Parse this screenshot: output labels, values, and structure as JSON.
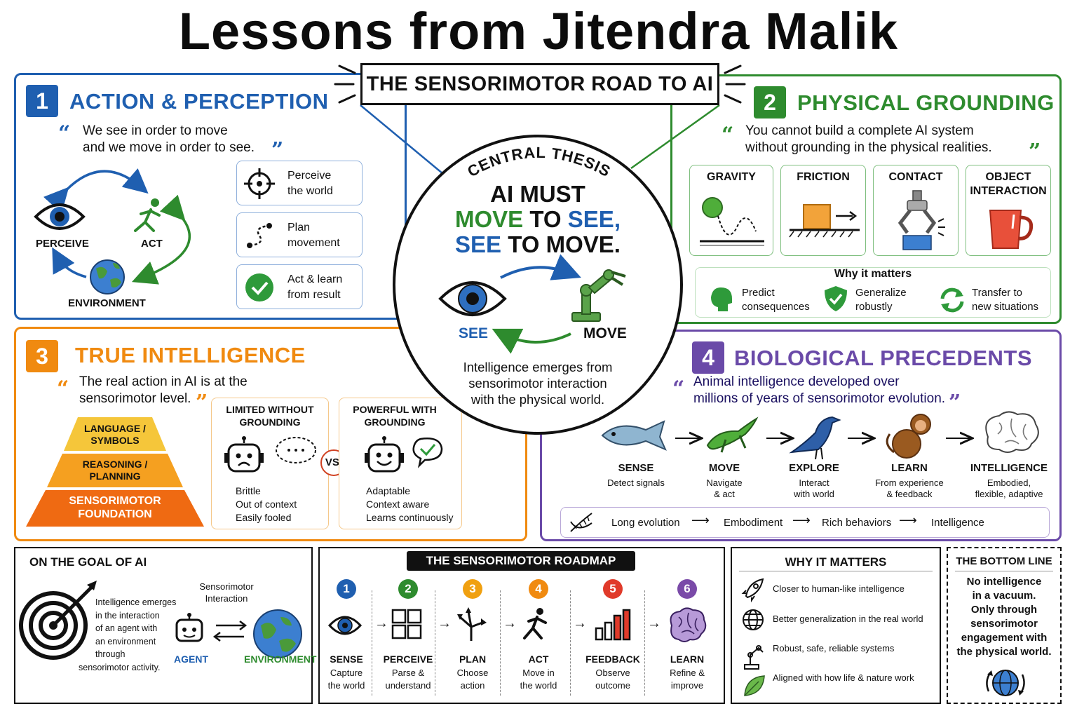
{
  "title": "Lessons from Jitendra Malik",
  "banner": "THE SENSORIMOTOR ROAD TO AI",
  "colors": {
    "blue": "#1f5fb0",
    "green": "#2e8b2e",
    "orange": "#f08a10",
    "purple": "#6a4aa8",
    "dark": "#111111"
  },
  "center": {
    "arc_label": "CENTRAL THESIS",
    "line1": "AI MUST",
    "line2a": "MOVE",
    "line2b": " TO ",
    "line2c": "SEE,",
    "line3a": "SEE",
    "line3b": " TO MOVE.",
    "see": "SEE",
    "move": "MOVE",
    "caption": "Intelligence emerges from sensorimotor interaction with the physical world."
  },
  "p1": {
    "num": "1",
    "title": "ACTION & PERCEPTION",
    "quote1": "We see in order to move",
    "quote2": "and we move in order to see.",
    "perceive": "PERCEIVE",
    "act": "ACT",
    "environment": "ENVIRONMENT",
    "steps": [
      {
        "l1": "Perceive",
        "l2": "the world",
        "icon": "crosshair-icon"
      },
      {
        "l1": "Plan",
        "l2": "movement",
        "icon": "path-icon"
      },
      {
        "l1": "Act & learn",
        "l2": "from result",
        "icon": "check-icon"
      }
    ]
  },
  "p2": {
    "num": "2",
    "title": "PHYSICAL GROUNDING",
    "quote1": "You cannot build a complete AI system",
    "quote2": "without grounding in the physical realities.",
    "cards": [
      {
        "l1": "GRAVITY",
        "l2": "",
        "icon": "falling-ball-icon"
      },
      {
        "l1": "FRICTION",
        "l2": "",
        "icon": "sliding-block-icon"
      },
      {
        "l1": "CONTACT",
        "l2": "",
        "icon": "gripper-icon"
      },
      {
        "l1": "OBJECT",
        "l2": "INTERACTION",
        "icon": "mug-icon"
      }
    ],
    "why_title": "Why it matters",
    "why": [
      {
        "l1": "Predict",
        "l2": "consequences",
        "icon": "head-icon"
      },
      {
        "l1": "Generalize",
        "l2": "robustly",
        "icon": "shield-icon"
      },
      {
        "l1": "Transfer to",
        "l2": "new situations",
        "icon": "refresh-icon"
      }
    ]
  },
  "p3": {
    "num": "3",
    "title": "TRUE INTELLIGENCE",
    "quote1": "The real action in AI is at the",
    "quote2": "sensorimotor level.",
    "pyramid": [
      {
        "l1": "LANGUAGE /",
        "l2": "SYMBOLS"
      },
      {
        "l1": "REASONING /",
        "l2": "PLANNING"
      },
      {
        "l1": "SENSORIMOTOR",
        "l2": "FOUNDATION"
      }
    ],
    "limited_t1": "LIMITED WITHOUT",
    "limited_t2": "GROUNDING",
    "limited": [
      "Brittle",
      "Out of context",
      "Easily fooled"
    ],
    "vs": "VS.",
    "powerful_t1": "POWERFUL WITH",
    "powerful_t2": "GROUNDING",
    "powerful": [
      "Adaptable",
      "Context aware",
      "Learns continuously"
    ]
  },
  "p4": {
    "num": "4",
    "title": "BIOLOGICAL PRECEDENTS",
    "quote1": "Animal intelligence developed over",
    "quote2": "millions of years of sensorimotor evolution.",
    "stages": [
      {
        "name": "SENSE",
        "d1": "Detect signals",
        "d2": "",
        "icon": "fish-icon"
      },
      {
        "name": "MOVE",
        "d1": "Navigate",
        "d2": "& act",
        "icon": "lizard-icon"
      },
      {
        "name": "EXPLORE",
        "d1": "Interact",
        "d2": "with world",
        "icon": "bird-icon"
      },
      {
        "name": "LEARN",
        "d1": "From experience",
        "d2": "& feedback",
        "icon": "monkey-icon"
      },
      {
        "name": "INTELLIGENCE",
        "d1": "Embodied,",
        "d2": "flexible, adaptive",
        "icon": "brain-icon"
      }
    ],
    "chain": [
      "Long evolution",
      "Embodiment",
      "Rich behaviors",
      "Intelligence"
    ]
  },
  "goal": {
    "title": "ON THE GOAL OF AI",
    "text": [
      "Intelligence emerges",
      "in the interaction",
      "of an agent with",
      "an environment",
      "through",
      "sensorimotor activity."
    ],
    "inter1": "Sensorimotor",
    "inter2": "Interaction",
    "agent": "AGENT",
    "environment": "ENVIRONMENT"
  },
  "roadmap": {
    "title": "THE SENSORIMOTOR ROADMAP",
    "steps": [
      {
        "n": "1",
        "name": "SENSE",
        "d1": "Capture",
        "d2": "the world",
        "color": "#1f5fb0",
        "icon": "eye-icon"
      },
      {
        "n": "2",
        "name": "PERCEIVE",
        "d1": "Parse &",
        "d2": "understand",
        "color": "#2e8b2e",
        "icon": "grid-icon"
      },
      {
        "n": "3",
        "name": "PLAN",
        "d1": "Choose",
        "d2": "action",
        "color": "#f0a010",
        "icon": "fork-icon"
      },
      {
        "n": "4",
        "name": "ACT",
        "d1": "Move in",
        "d2": "the world",
        "color": "#f08a10",
        "icon": "runner-icon"
      },
      {
        "n": "5",
        "name": "FEEDBACK",
        "d1": "Observe",
        "d2": "outcome",
        "color": "#e03a2a",
        "icon": "bar-chart-icon"
      },
      {
        "n": "6",
        "name": "LEARN",
        "d1": "Refine &",
        "d2": "improve",
        "color": "#7a4aa8",
        "icon": "brain-icon"
      }
    ]
  },
  "why": {
    "title": "WHY IT MATTERS",
    "items": [
      {
        "text": "Closer to human-like intelligence",
        "icon": "rocket-icon"
      },
      {
        "text": "Better generalization in the real world",
        "icon": "globe-icon"
      },
      {
        "text": "Robust, safe, reliable systems",
        "icon": "robot-arm-icon"
      },
      {
        "text": "Aligned with how life & nature work",
        "icon": "leaf-icon"
      }
    ]
  },
  "bottom": {
    "title": "THE BOTTOM LINE",
    "lines": [
      "No intelligence",
      "in a vacuum.",
      "Only through",
      "sensorimotor",
      "engagement with",
      "the physical world."
    ]
  }
}
